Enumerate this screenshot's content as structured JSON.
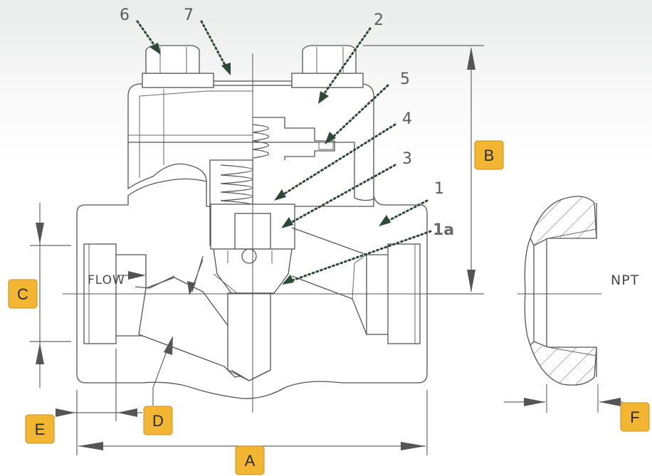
{
  "part_labels": {
    "p6": "6",
    "p7": "7",
    "p2": "2",
    "p5": "5",
    "p4": "4",
    "p3": "3",
    "p1": "1",
    "p1a": "1a"
  },
  "annotations": {
    "flow": "FLOW",
    "thread": "NPT"
  },
  "dimensions": {
    "A": "A",
    "B": "B",
    "C": "C",
    "D": "D",
    "E": "E",
    "F": "F"
  },
  "colors": {
    "dimension_tag": "#f2b632",
    "leader": "#2e4a36",
    "outline": "#555555"
  }
}
